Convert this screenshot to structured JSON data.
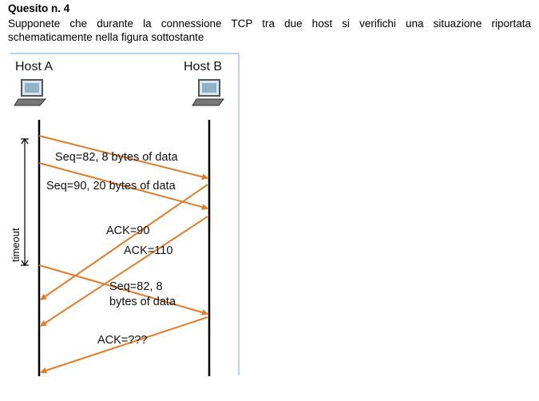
{
  "heading": "Quesito n. 4",
  "paragraph": "Supponete che durante la connessione TCP tra due host si verifichi una situazione riportata schematicamente nella figura sottostante",
  "figure": {
    "host_a": "Host A",
    "host_b": "Host B",
    "timeout_label": "timeout",
    "msg1": "Seq=82, 8 bytes of data",
    "msg2": "Seq=90, 20 bytes of data",
    "ack1": "ACK=90",
    "ack2": "ACK=110",
    "msg3_line1": "Seq=82,  8",
    "msg3_line2": "bytes of data",
    "ack3": "ACK=???",
    "arrow_color": "#e37b27",
    "border_color": "#b7d4ea"
  }
}
